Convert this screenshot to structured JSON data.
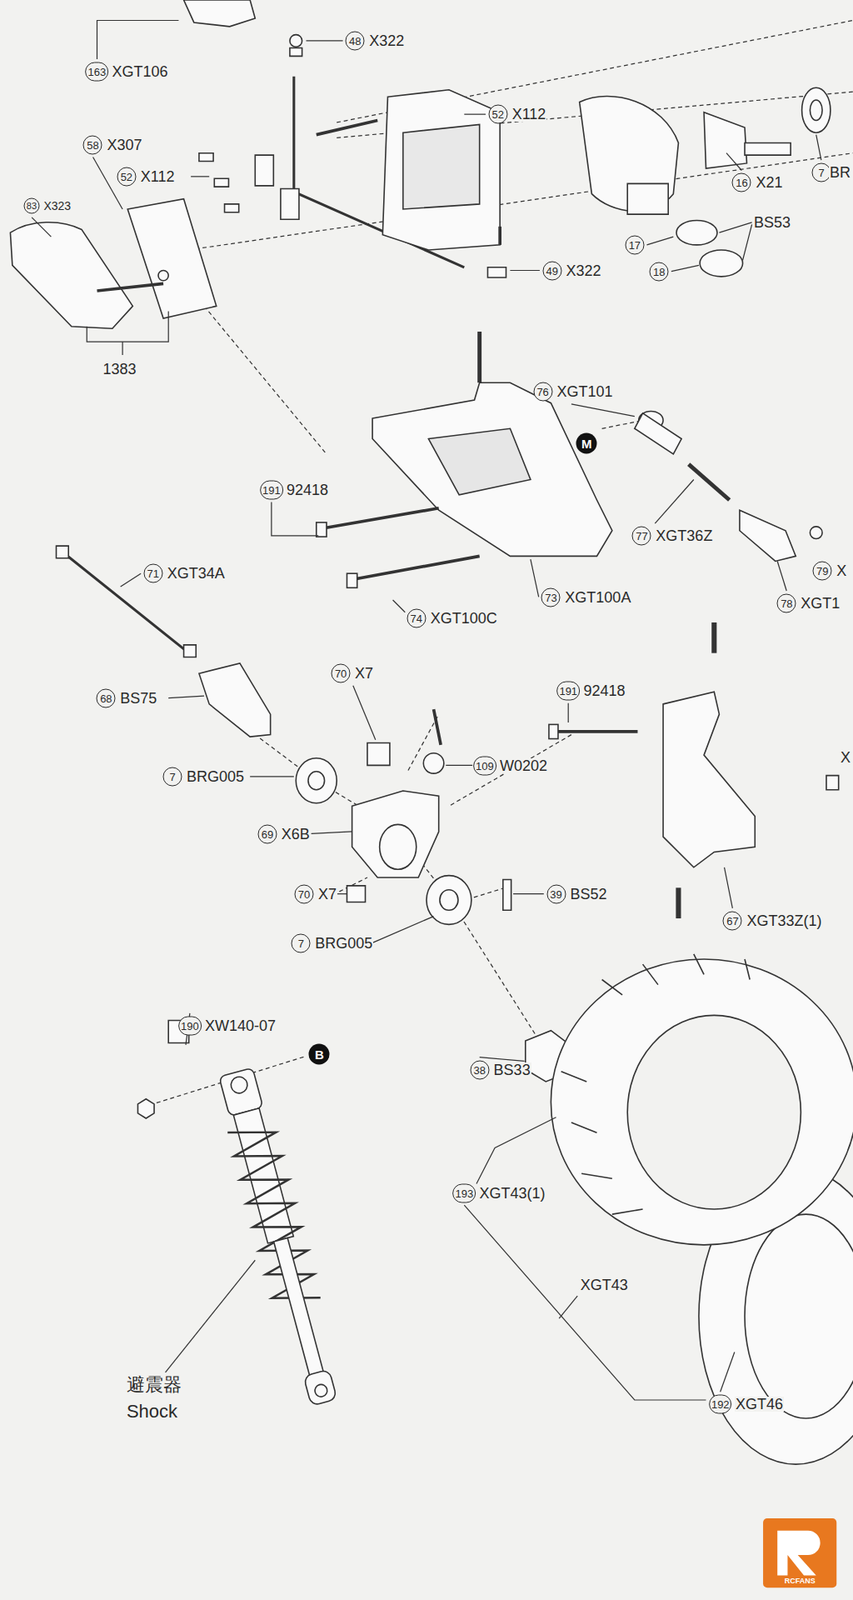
{
  "diagram": {
    "labels": [
      "163",
      "XGT106",
      "48",
      "X322",
      "52",
      "X112",
      "58",
      "X307",
      "52",
      "X112",
      "83",
      "X323",
      "16",
      "X21",
      "7",
      "BR",
      "BS53",
      "17",
      "18",
      "49",
      "X322",
      "1383",
      "76",
      "XGT101",
      "M",
      "191",
      "92418",
      "77",
      "XGT36Z",
      "79",
      "X",
      "78",
      "XGT1",
      "71",
      "XGT34A",
      "73",
      "XGT100A",
      "74",
      "XGT100C",
      "70",
      "X7",
      "191",
      "92418",
      "68",
      "BS75",
      "7",
      "BRG005",
      "109",
      "W0202",
      "69",
      "X6B",
      "70",
      "X7",
      "39",
      "BS52",
      "67",
      "XGT33Z(1)",
      "7",
      "BRG005",
      "X",
      "190",
      "XW140-07",
      "B",
      "38",
      "BS33",
      "193",
      "XGT43(1)",
      "XGT43",
      "192",
      "XGT46",
      "避震器",
      "Shock",
      "RCFANS"
    ]
  }
}
